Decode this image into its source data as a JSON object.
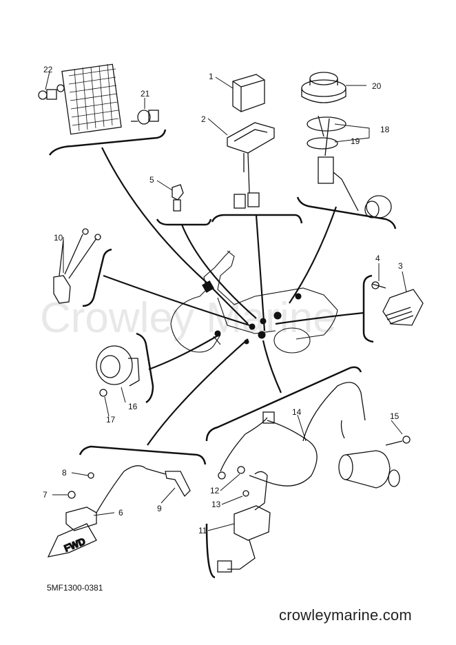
{
  "watermark": "Crowley Marine",
  "part_code": "5MF1300-0381",
  "site_url": "crowleymarine.com",
  "fwd_label": "FWD",
  "callouts": [
    "1",
    "2",
    "3",
    "4",
    "5",
    "6",
    "7",
    "8",
    "9",
    "10",
    "11",
    "12",
    "13",
    "14",
    "15",
    "16",
    "17",
    "18",
    "19",
    "20",
    "21",
    "22"
  ]
}
